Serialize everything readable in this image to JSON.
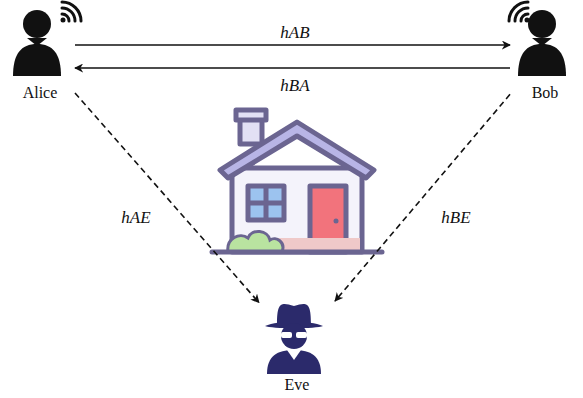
{
  "diagram": {
    "nodes": [
      {
        "text": [
          "Alice"
        ]
      },
      {
        "text": [
          "Bob"
        ]
      },
      {
        "text": [
          "Eve"
        ]
      }
    ],
    "edges": [
      {
        "from": 0,
        "to": 1,
        "label": "hAB",
        "arrow": "to"
      },
      {
        "from": 1,
        "to": 0,
        "label": "hBA",
        "arrow": "to"
      },
      {
        "from": 0,
        "to": 2,
        "label": "hAE",
        "arrow": "to"
      },
      {
        "from": 1,
        "to": 2,
        "label": "hBE",
        "arrow": "to"
      }
    ]
  }
}
